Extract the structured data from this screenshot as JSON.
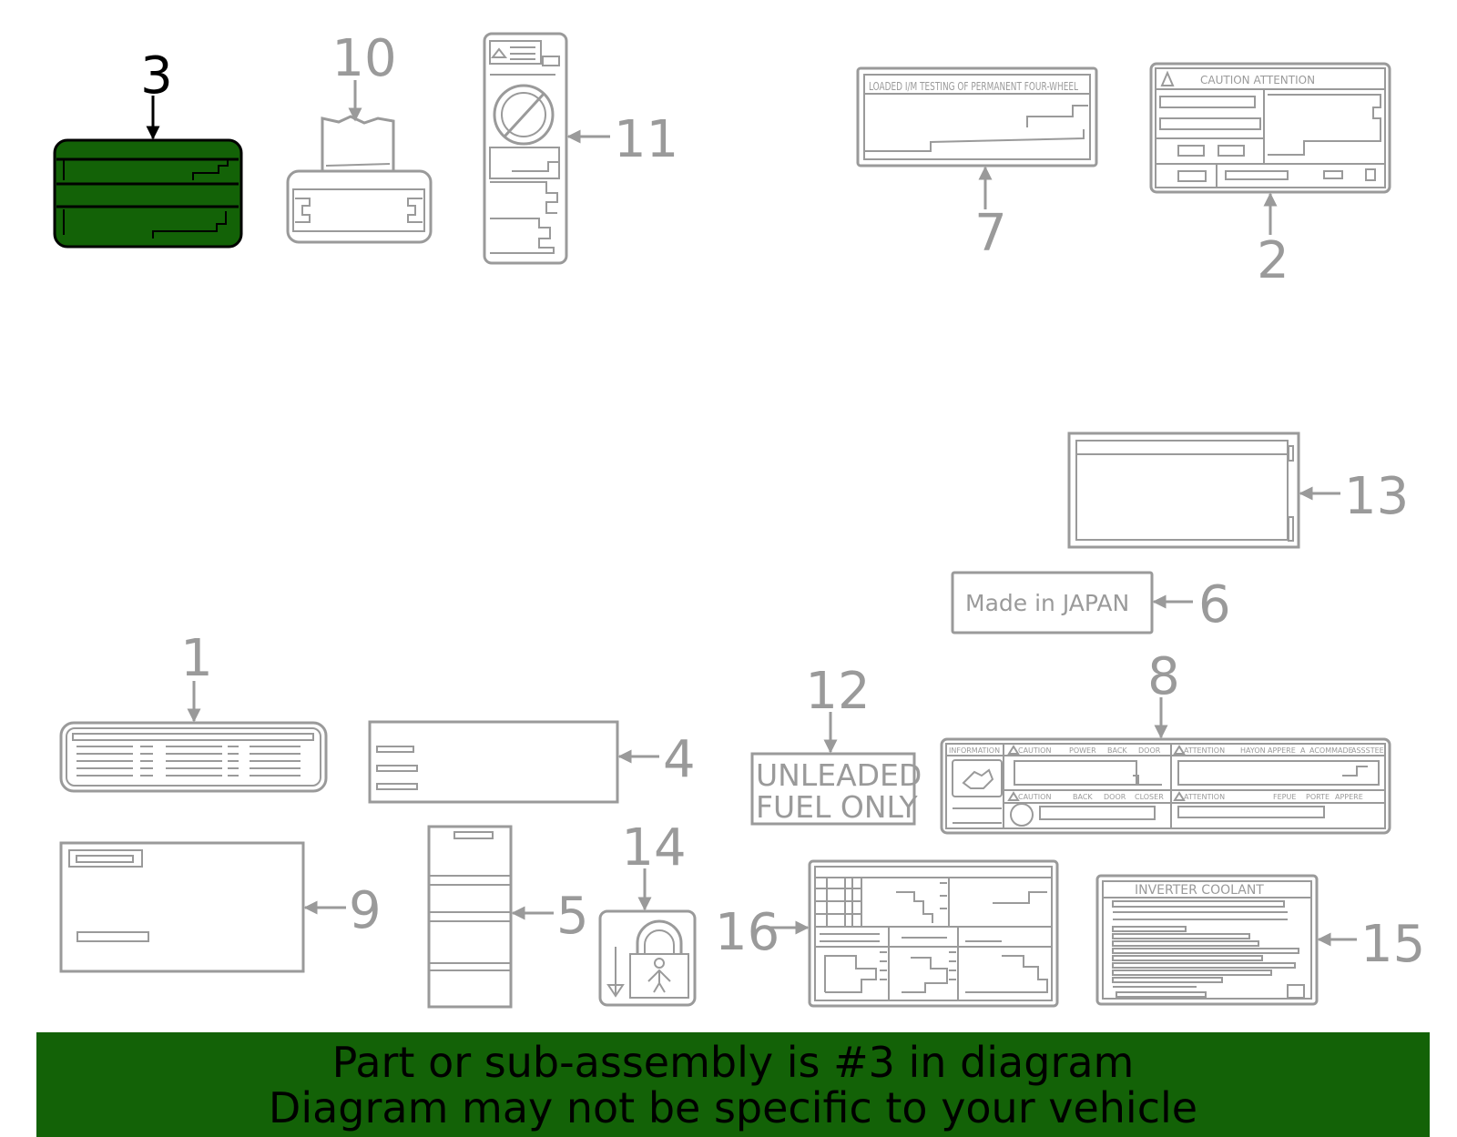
{
  "diagram": {
    "highlight_color": "#136207",
    "line_color": "#9a9a9a",
    "callouts": {
      "c1": "1",
      "c2": "2",
      "c3": "3",
      "c4": "4",
      "c5": "5",
      "c6": "6",
      "c7": "7",
      "c8": "8",
      "c9": "9",
      "c10": "10",
      "c11": "11",
      "c12": "12",
      "c13": "13",
      "c14": "14",
      "c15": "15",
      "c16": "16"
    },
    "labels": {
      "label7_text": "LOADED I/M TESTING   OF   PERMANENT FOUR-WHEEL",
      "label2_text": "CAUTION ATTENTION",
      "label6_text": "Made  in  JAPAN",
      "label12_line1": "UNLEADED",
      "label12_line2": "FUEL ONLY",
      "label15_text": "INVERTER COOLANT",
      "label8_info": "INFORMATION",
      "label8_caution1": "CAUTION",
      "label8_power": "POWER",
      "label8_back1": "BACK",
      "label8_door1": "DOOR",
      "label8_attention1": "ATTENTION",
      "label8_hayon": "HAYON",
      "label8_appere1": "APPERE",
      "label8_a": "A",
      "label8_acommade": "ACOMMADE",
      "label8_assstee": "ASSSTEE",
      "label8_caution2": "CAUTION",
      "label8_back2": "BACK",
      "label8_door2": "DOOR",
      "label8_closer": "CLOSER",
      "label8_attention2": "ATTENTION",
      "label8_fepue": "FEPUE",
      "label8_porte": "PORTE",
      "label8_appere2": "APPERE"
    }
  },
  "banner": {
    "line1": "Part or sub-assembly is #3 in diagram",
    "line2": "Diagram may not be specific to your vehicle",
    "background": "#136207"
  }
}
